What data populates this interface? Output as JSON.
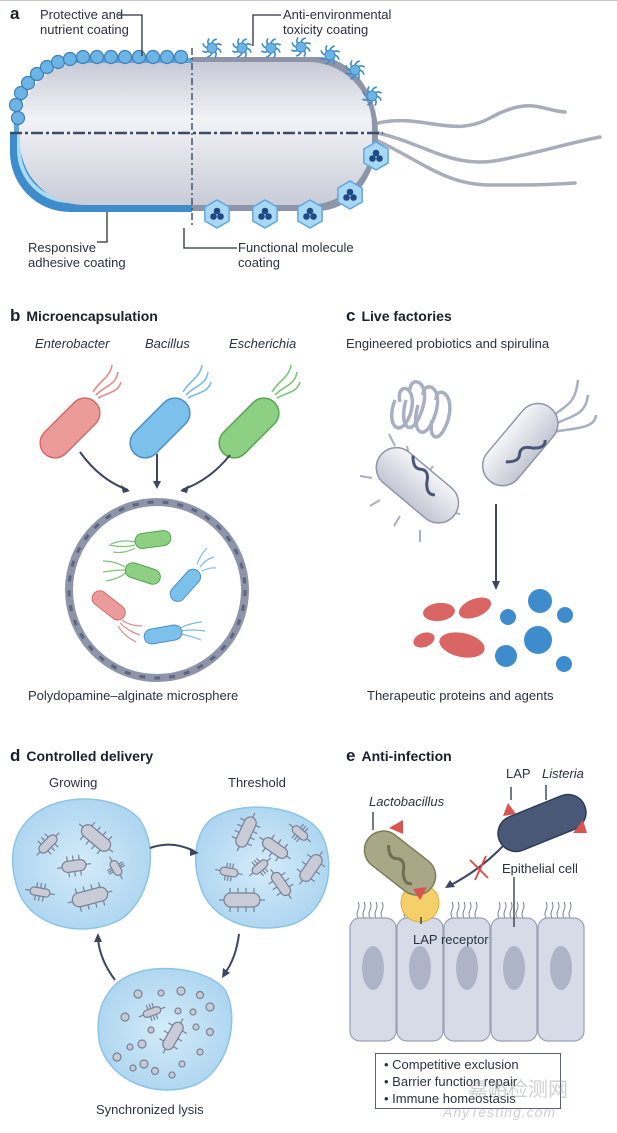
{
  "panel_a": {
    "letter": "a",
    "labels": {
      "protective": [
        "Protective and",
        "nutrient coating"
      ],
      "anti_env": [
        "Anti-environmental",
        "toxicity coating"
      ],
      "responsive": [
        "Responsive",
        "adhesive coating"
      ],
      "functional": [
        "Functional molecule",
        "coating"
      ]
    }
  },
  "panel_b": {
    "letter": "b",
    "title": "Microencapsulation",
    "species": [
      "Enterobacter",
      "Bacillus",
      "Escherichia"
    ],
    "caption": "Polydopamine–alginate microsphere"
  },
  "panel_c": {
    "letter": "c",
    "title": "Live factories",
    "subtitle": "Engineered probiotics and spirulina",
    "caption": "Therapeutic proteins and agents"
  },
  "panel_d": {
    "letter": "d",
    "title": "Controlled delivery",
    "stages": [
      "Growing",
      "Threshold",
      "Synchronized lysis"
    ]
  },
  "panel_e": {
    "letter": "e",
    "title": "Anti-infection",
    "labels": {
      "lap": "LAP",
      "listeria": "Listeria",
      "lactobacillus": "Lactobacillus",
      "epithelial": "Epithelial cell",
      "lap_receptor": "LAP receptor"
    },
    "outcomes": [
      "Competitive exclusion",
      "Barrier function repair",
      "Immune homeostasis"
    ]
  },
  "watermark": {
    "cn": "嘉峪检测网",
    "en": "AnyTesting.com"
  },
  "colors": {
    "coating_blue": "#5ea7dd",
    "dark_navy": "#3b4a66",
    "red_bacterium": "#e07a7a",
    "blue_bacterium": "#6fb3e6",
    "green_bacterium": "#78c36f",
    "capsule_fill": "#b8dcf2",
    "cell_fill": "#d7dbe8",
    "receptor_yellow": "#f5cf6a",
    "lap_red": "#d9534f"
  }
}
